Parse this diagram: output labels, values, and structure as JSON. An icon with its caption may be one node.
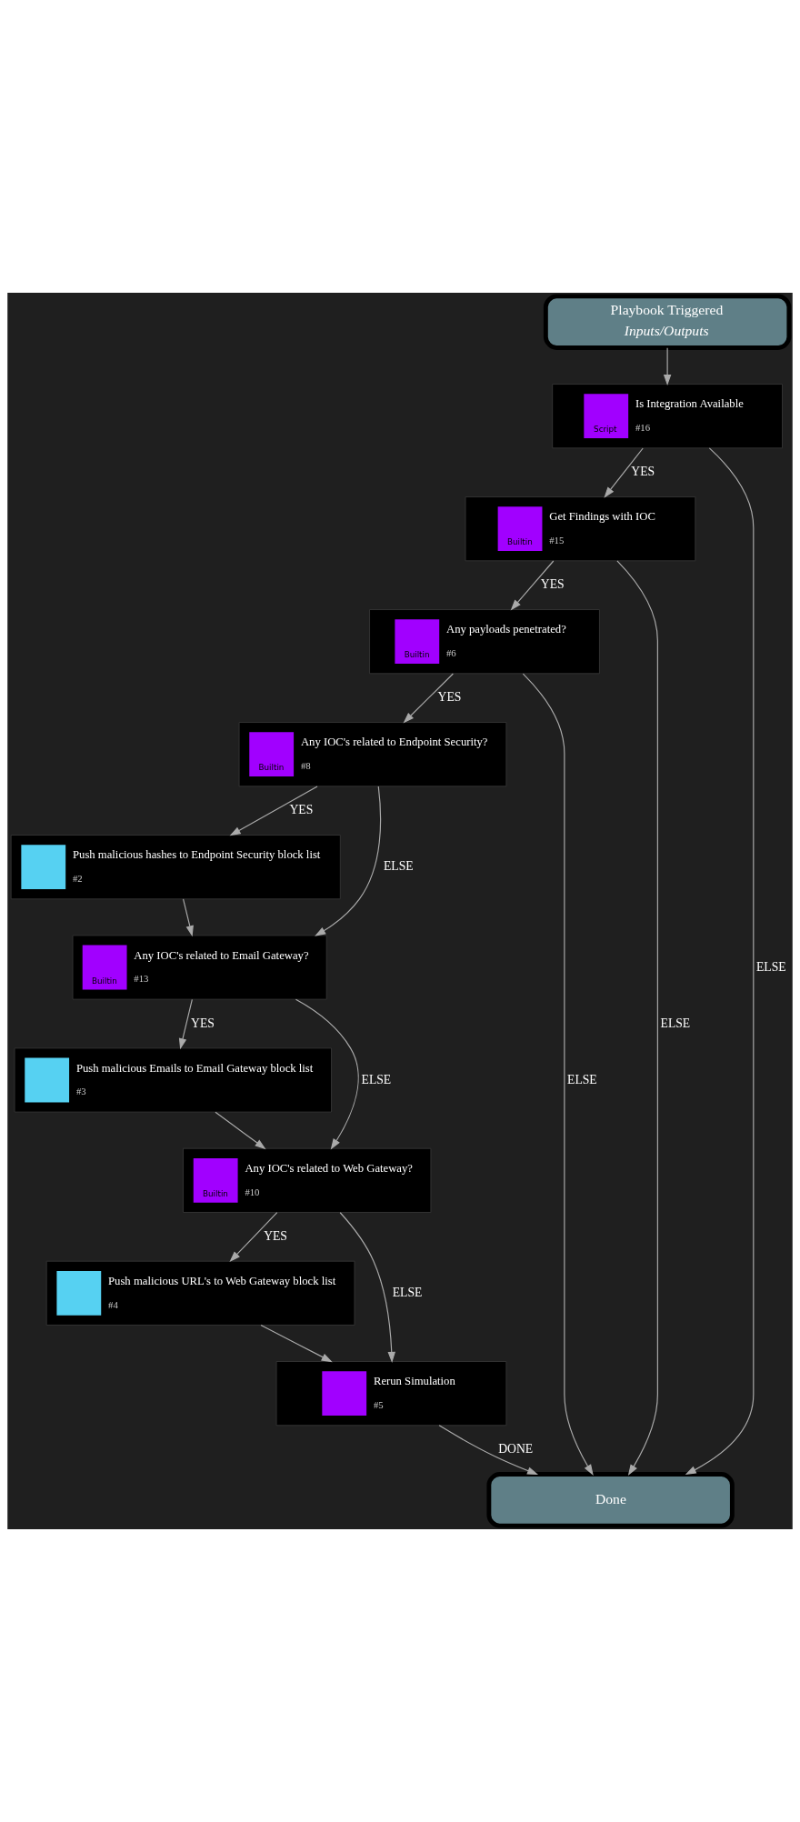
{
  "diagram": {
    "nodes": [
      {
        "text": [
          "Playbook Triggered",
          "Inputs/Outputs"
        ]
      },
      {
        "text": [
          "Is Integration Available",
          "Script",
          "#16"
        ]
      },
      {
        "text": [
          "Get Findings with IOC",
          "Builtin",
          "#15"
        ]
      },
      {
        "text": [
          "Any payloads penetrated?",
          "Builtin",
          "#6"
        ]
      },
      {
        "text": [
          "Any IOC's related to Endpoint Security?",
          "Builtin",
          "#8"
        ]
      },
      {
        "text": [
          "Push malicious hashes to Endpoint Security block list",
          "#2"
        ]
      },
      {
        "text": [
          "Any IOC's related to Email Gateway?",
          "Builtin",
          "#13"
        ]
      },
      {
        "text": [
          "Push malicious Emails to Email Gateway block list",
          "#3"
        ]
      },
      {
        "text": [
          "Any IOC's related to Web Gateway?",
          "Builtin",
          "#10"
        ]
      },
      {
        "text": [
          "Push malicious URL's to Web Gateway block list",
          "#4"
        ]
      },
      {
        "text": [
          "Rerun Simulation",
          "#5"
        ]
      },
      {
        "text": [
          "Done"
        ]
      }
    ],
    "edges": [
      {
        "from": 0,
        "to": 1,
        "arrow": "to"
      },
      {
        "from": 1,
        "to": 2,
        "arrow": "to",
        "label": "YES"
      },
      {
        "from": 1,
        "to": 11,
        "arrow": "to",
        "label": "ELSE"
      },
      {
        "from": 2,
        "to": 3,
        "arrow": "to",
        "label": "YES"
      },
      {
        "from": 2,
        "to": 11,
        "arrow": "to",
        "label": "ELSE"
      },
      {
        "from": 3,
        "to": 4,
        "arrow": "to",
        "label": "YES"
      },
      {
        "from": 3,
        "to": 11,
        "arrow": "to",
        "label": "ELSE"
      },
      {
        "from": 4,
        "to": 5,
        "arrow": "to",
        "label": "YES"
      },
      {
        "from": 4,
        "to": 6,
        "arrow": "to",
        "label": "ELSE"
      },
      {
        "from": 5,
        "to": 6,
        "arrow": "to"
      },
      {
        "from": 6,
        "to": 7,
        "arrow": "to",
        "label": "YES"
      },
      {
        "from": 6,
        "to": 8,
        "arrow": "to",
        "label": "ELSE"
      },
      {
        "from": 7,
        "to": 8,
        "arrow": "to"
      },
      {
        "from": 8,
        "to": 9,
        "arrow": "to",
        "label": "YES"
      },
      {
        "from": 8,
        "to": 10,
        "arrow": "to",
        "label": "ELSE"
      },
      {
        "from": 9,
        "to": 10,
        "arrow": "to"
      },
      {
        "from": 10,
        "to": 11,
        "arrow": "to",
        "label": "DONE"
      }
    ]
  }
}
